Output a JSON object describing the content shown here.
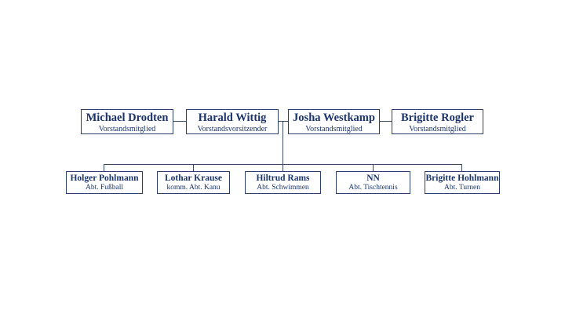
{
  "colors": {
    "background": "#ffffff",
    "ink": "#1a336b",
    "box_border": "#2b406b",
    "connector_line": "#3a4a63"
  },
  "org_chart": {
    "board": [
      {
        "name": "Michael Drodten",
        "role": "Vorstandsmitglied"
      },
      {
        "name": "Harald Wittig",
        "role": "Vorstandsvorsitzender"
      },
      {
        "name": "Josha Westkamp",
        "role": "Vorstandsmitglied"
      },
      {
        "name": "Brigitte Rogler",
        "role": "Vorstandsmitglied"
      }
    ],
    "departments": [
      {
        "name": "Holger Pohlmann",
        "role": "Abt. Fußball"
      },
      {
        "name": "Lothar Krause",
        "role": "komm. Abt. Kanu"
      },
      {
        "name": "Hiltrud Rams",
        "role": "Abt. Schwimmen"
      },
      {
        "name": "NN",
        "role": "Abt. Tischtennis"
      },
      {
        "name": "Brigitte Hohlmann",
        "role": "Abt. Turnen"
      }
    ]
  }
}
